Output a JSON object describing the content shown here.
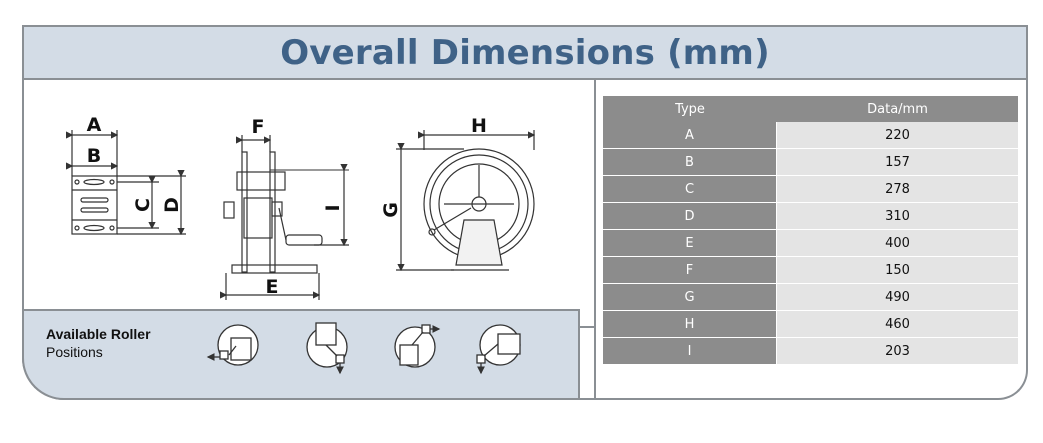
{
  "header": {
    "title": "Overall Dimensions (mm)"
  },
  "diagram_labels": {
    "A": "A",
    "B": "B",
    "C": "C",
    "D": "D",
    "E": "E",
    "F": "F",
    "G": "G",
    "H": "H",
    "I": "I"
  },
  "roller": {
    "title": "Available Roller",
    "subtitle": "Positions"
  },
  "table": {
    "headers": [
      "Type",
      "Data/mm"
    ],
    "rows": [
      {
        "type": "A",
        "value": "220"
      },
      {
        "type": "B",
        "value": "157"
      },
      {
        "type": "C",
        "value": "278"
      },
      {
        "type": "D",
        "value": "310"
      },
      {
        "type": "E",
        "value": "400"
      },
      {
        "type": "F",
        "value": "150"
      },
      {
        "type": "G",
        "value": "490"
      },
      {
        "type": "H",
        "value": "460"
      },
      {
        "type": "I",
        "value": "203"
      }
    ]
  },
  "colors": {
    "title": "#3f6287",
    "panel_bg": "#d3dce6",
    "border": "#8a8f94",
    "table_header": "#8c8c8c",
    "table_cell": "#e4e4e4"
  }
}
